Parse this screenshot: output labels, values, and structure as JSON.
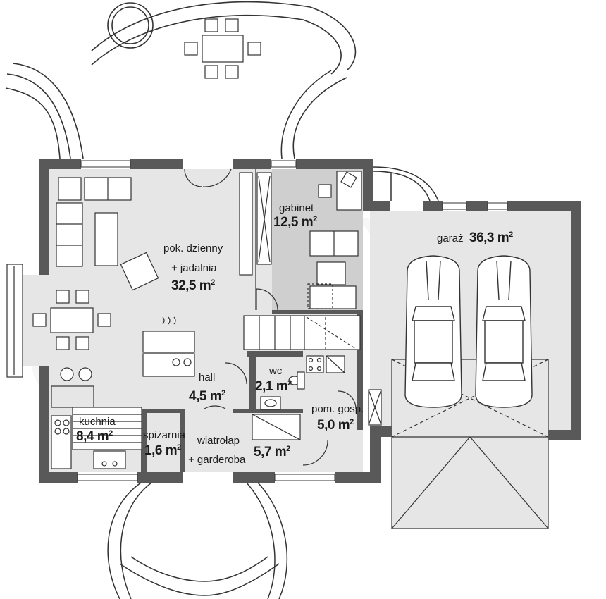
{
  "rooms": [
    {
      "key": "salon",
      "name": "pok. dzienny",
      "name2": "+ jadalnia",
      "area": "32,5"
    },
    {
      "key": "gabinet",
      "name": "gabinet",
      "area": "12,5"
    },
    {
      "key": "garaz",
      "name": "garaż",
      "area": "36,3"
    },
    {
      "key": "hall",
      "name": "hall",
      "area": "4,5"
    },
    {
      "key": "wc",
      "name": "wc",
      "area": "2,1"
    },
    {
      "key": "pomgosp",
      "name": "pom. gosp.",
      "area": "5,0"
    },
    {
      "key": "kuchnia",
      "name": "kuchnia",
      "area": "8,4"
    },
    {
      "key": "spizarnia",
      "name": "spiżarnia",
      "area": "1,6"
    },
    {
      "key": "wiatrolap",
      "name": "wiatrołap",
      "name2": "+ garderoba",
      "area": "5,7"
    }
  ],
  "unit": "m",
  "unit_exp": "2",
  "colors": {
    "wall": "#595959",
    "floor": "#e6e6e6",
    "study_floor": "#cfcfcf",
    "line": "#333333",
    "white": "#ffffff"
  }
}
